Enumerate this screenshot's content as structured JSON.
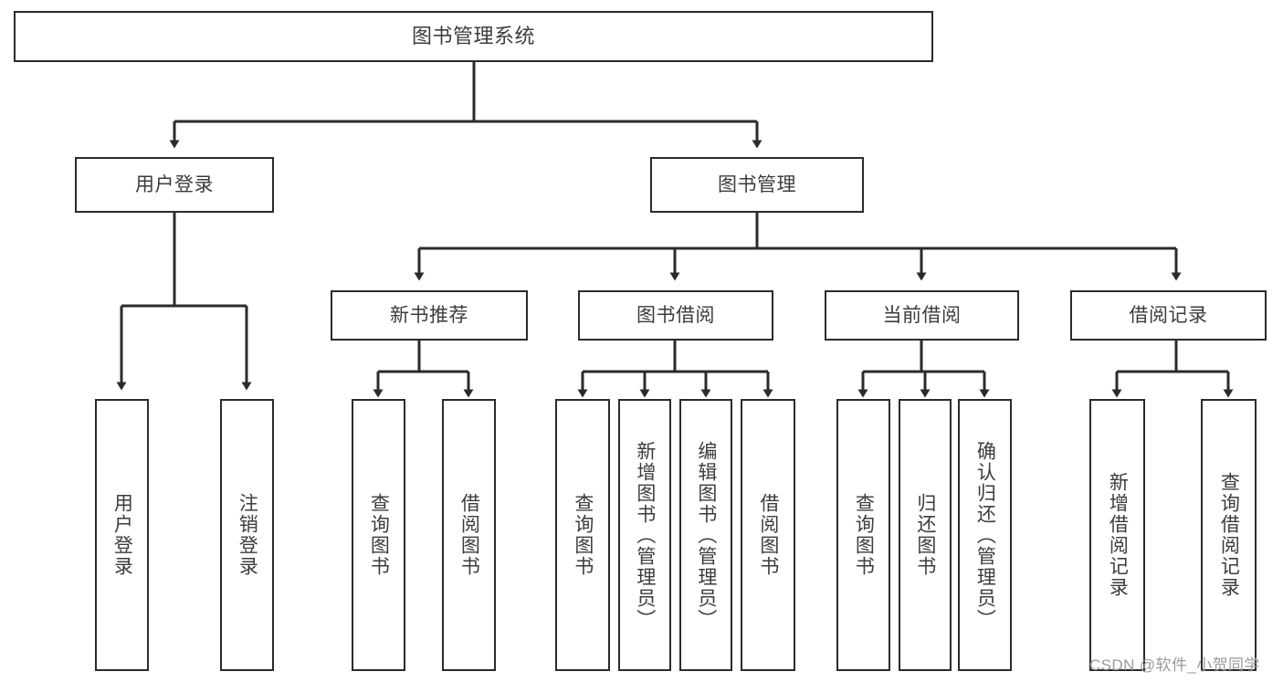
{
  "diagram": {
    "title": "图书管理系统",
    "root": {
      "label": "图书管理系统"
    },
    "level2": [
      {
        "label": "用户登录"
      },
      {
        "label": "图书管理"
      }
    ],
    "level3": [
      {
        "label": "新书推荐"
      },
      {
        "label": "图书借阅"
      },
      {
        "label": "当前借阅"
      },
      {
        "label": "借阅记录"
      }
    ],
    "leaves": {
      "user_login": [
        {
          "label": "用户登录"
        },
        {
          "label": "注销登录"
        }
      ],
      "new_book_recommend": [
        {
          "label": "查询图书"
        },
        {
          "label": "借阅图书"
        }
      ],
      "book_borrow": [
        {
          "label": "查询图书"
        },
        {
          "label": "新增图书（管理员）"
        },
        {
          "label": "编辑图书（管理员）"
        },
        {
          "label": "借阅图书"
        }
      ],
      "current_borrow": [
        {
          "label": "查询图书"
        },
        {
          "label": "归还图书"
        },
        {
          "label": "确认归还（管理员）"
        }
      ],
      "borrow_records": [
        {
          "label": "新增借阅记录"
        },
        {
          "label": "查询借阅记录"
        }
      ]
    }
  },
  "watermark": {
    "text": "CSDN @软件_小贺同学"
  },
  "colors": {
    "stroke": "#2b2b2b",
    "text": "#3c3c3c",
    "background": "#ffffff",
    "watermark": "#9a9a9a"
  }
}
